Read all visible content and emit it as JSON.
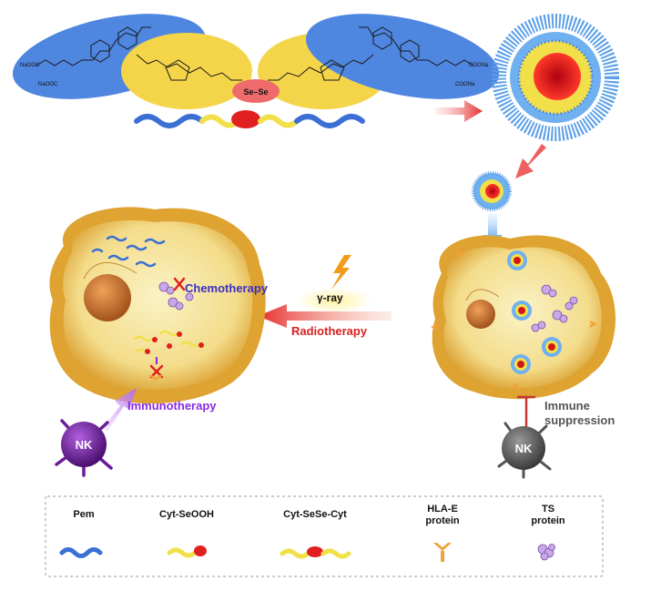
{
  "molecule": {
    "linker_label": "Se–Se",
    "left_group_1": "NaOOC",
    "left_group_2": "NaOOC",
    "right_group_1": "COONa",
    "right_group_2": "COONa"
  },
  "labels": {
    "chemotherapy": "Chemotherapy",
    "gamma_ray": "γ-ray",
    "radiotherapy": "Radiotherapy",
    "immunotherapy": "Immunotherapy",
    "immune_suppression_line1": "Immune",
    "immune_suppression_line2": "suppression",
    "nk_left": "NK",
    "nk_right": "NK"
  },
  "legend": {
    "pem": "Pem",
    "cyt_seooh": "Cyt-SeOOH",
    "cyt_sese_cyt": "Cyt-SeSe-Cyt",
    "hla_e_line1": "HLA-E",
    "hla_e_line2": "protein",
    "ts_line1": "TS",
    "ts_line2": "protein"
  },
  "colors": {
    "pem_blue": "#3b6fd4",
    "cyt_yellow": "#f2e04a",
    "sese_red": "#e02020",
    "cell_gold": "#e8b23c",
    "nk_purple": "#6a1b9a",
    "nk_gray": "#555555",
    "chemo_text": "#3b2fc4",
    "radio_text": "#d62020",
    "immuno_text": "#8a2be2"
  }
}
